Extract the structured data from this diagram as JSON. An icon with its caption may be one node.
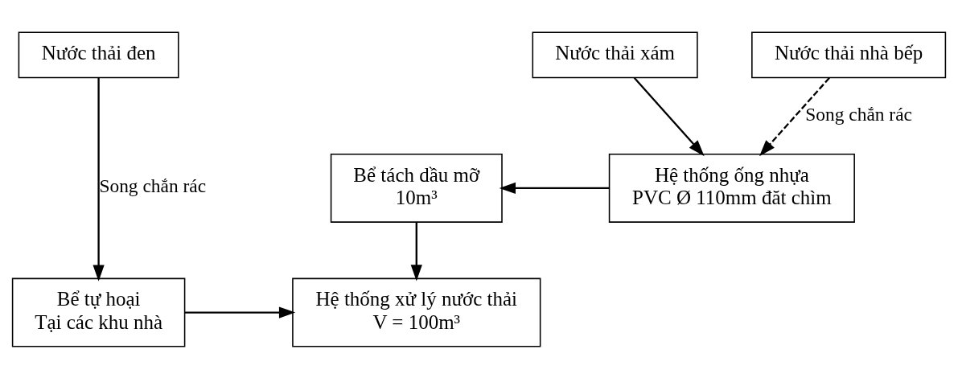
{
  "diagram": {
    "nodes": [
      {
        "text": [
          "Nước thải đen"
        ]
      },
      {
        "text": [
          "Nước thải xám"
        ]
      },
      {
        "text": [
          "Nước thải nhà bếp"
        ]
      },
      {
        "text": [
          "Hệ thống ống nhựa",
          "PVC Ø 110mm đăt chìm"
        ]
      },
      {
        "text": [
          "Bể tách dầu mỡ",
          "10m³"
        ]
      },
      {
        "text": [
          "Bể tự hoại",
          "Tại các khu nhà"
        ]
      },
      {
        "text": [
          "Hệ thống xử lý nước thải",
          "V = 100m³"
        ]
      }
    ],
    "edges": [
      {
        "from": 0,
        "to": 5,
        "arrow": "to",
        "label": "Song chắn rác"
      },
      {
        "from": 1,
        "to": 3,
        "arrow": "to"
      },
      {
        "from": 2,
        "to": 3,
        "arrow": "to",
        "style": "dashed",
        "label": "Song chắn rác"
      },
      {
        "from": 3,
        "to": 4,
        "arrow": "to"
      },
      {
        "from": 4,
        "to": 6,
        "arrow": "to"
      },
      {
        "from": 5,
        "to": 6,
        "arrow": "to"
      }
    ]
  }
}
